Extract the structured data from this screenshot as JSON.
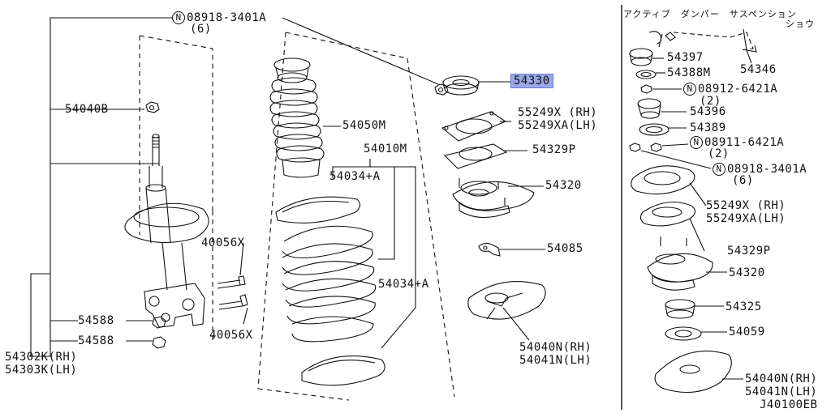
{
  "callouts": {
    "bolt_main": {
      "symbol": "N",
      "part": "08918-3401A",
      "qty": "(6)"
    },
    "insulator_main": "54330",
    "plate_55249": {
      "rh": "55249X (RH)",
      "lh": "55249XA(LH)"
    },
    "insulator_54329p": "54329P",
    "mount_54320": "54320",
    "bracket_54085": "54085",
    "bumper_54050m": "54050M",
    "spring_54010m": "54010M",
    "seat_upper": "54034+A",
    "seat_lower": "54034+A",
    "nut_54040b": "54040B",
    "bolt_40056x_top": "40056X",
    "bolt_40056x_bottom": "40056X",
    "nut_54588_top": "54588",
    "nut_54588_bottom": "54588",
    "strut": {
      "rh": "54302K(RH)",
      "lh": "54303K(LH)"
    },
    "seat_lower_main": {
      "rh": "54040N(RH)",
      "lh": "54041N(LH)"
    }
  },
  "side_panel": {
    "heading": "アクティブ　ダンパー　サスペンション",
    "heading2": "ショウ",
    "items": {
      "p54397": "54397",
      "p54346": "54346",
      "p54388m": "54388M",
      "bolt_08912": {
        "symbol": "N",
        "part": "08912-6421A",
        "qty": "(2)"
      },
      "p54396": "54396",
      "p54389": "54389",
      "bolt_08911": {
        "symbol": "N",
        "part": "08911-6421A",
        "qty": "(2)"
      },
      "bolt_08918": {
        "symbol": "N",
        "part": "08918-3401A",
        "qty": "(6)"
      },
      "plate": {
        "rh": "55249X (RH)",
        "lh": "55249XA(LH)"
      },
      "p54329p": "54329P",
      "p54320": "54320",
      "p54325": "54325",
      "p54059": "54059",
      "seat": {
        "rh": "54040N(RH)",
        "lh": "54041N(LH)"
      }
    }
  },
  "diagram_code": "J40100EB"
}
